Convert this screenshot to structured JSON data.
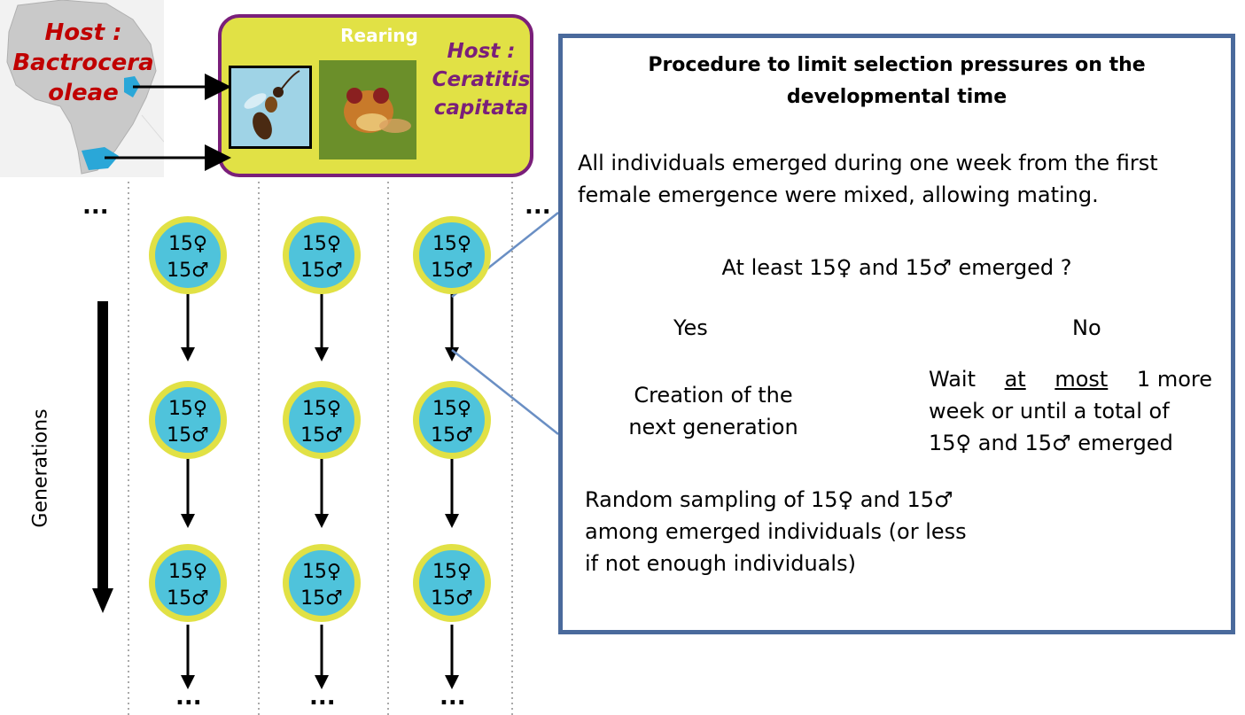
{
  "map": {
    "host_line1": "Host :",
    "host_line2": "Bactrocera",
    "host_line3": "oleae"
  },
  "rearing": {
    "title": "Rearing",
    "host_line1": "Host :",
    "host_line2": "Ceratitis",
    "host_line3": "capitata"
  },
  "grid": {
    "circle_female": "15♀",
    "circle_male": "15♂",
    "ellipsis": "...",
    "axis_label": "Generations"
  },
  "panel": {
    "title_line1": "Procedure to limit selection pressures on the",
    "title_line2": "developmental time",
    "intro_line1": "All individuals emerged during one week from the first",
    "intro_line2": "female emergence were mixed, allowing mating.",
    "question": "At least 15♀ and 15♂ emerged ?",
    "yes": "Yes",
    "no": "No",
    "creation_line1": "Creation of the",
    "creation_line2": "next generation",
    "wait_line1_a": "Wait",
    "wait_line1_b": "at",
    "wait_line1_c": "most",
    "wait_line1_d": "1 more",
    "wait_line2": "week or until a total of",
    "wait_line3": "15♀ and 15♂ emerged",
    "sampling_line1": "Random sampling of 15♀ and 15♂",
    "sampling_line2": "among emerged individuals (or less",
    "sampling_line3": "if not enough individuals)"
  },
  "colors": {
    "host_left": "#c00000",
    "host_right": "#7a1f7a",
    "rearing_fill": "#e1e145",
    "circle_fill": "#4fc3db",
    "panel_border": "#4a6a9c",
    "connector": "#6a8fc4"
  }
}
